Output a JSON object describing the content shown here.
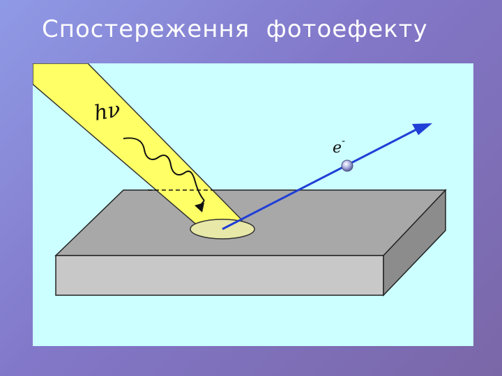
{
  "slide": {
    "title": "Спостереження  фотоефекту"
  },
  "diagram": {
    "photon_label": "hν",
    "electron_label": "e",
    "electron_charge": "-",
    "colors": {
      "background": "#ccffff",
      "beam": "#ffff66",
      "beam_outline": "#333333",
      "plate_top": "#a8a8a8",
      "plate_front": "#c8c8c8",
      "plate_side": "#8c8c8c",
      "spot": "#e8e8a8",
      "electron_path": "#1f3fd6",
      "photon_wave": "#111111"
    },
    "icons": [
      "light-beam",
      "photon-wave",
      "metal-plate",
      "illuminated-spot",
      "electron",
      "electron-arrow"
    ]
  }
}
